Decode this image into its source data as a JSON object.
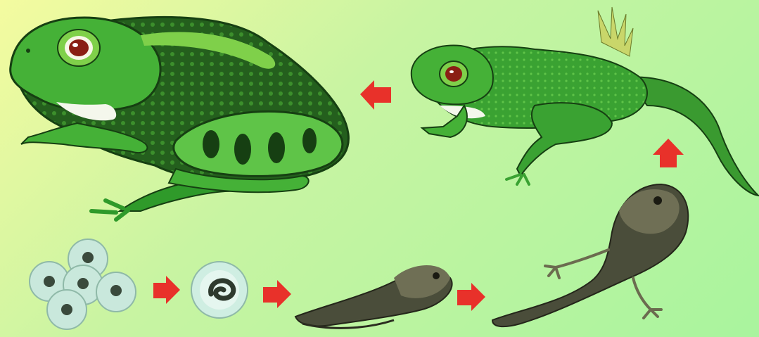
{
  "diagram": {
    "subject": "frog-life-cycle",
    "stages": [
      {
        "id": "eggs",
        "icon": "frog-eggs-icon"
      },
      {
        "id": "embryo",
        "icon": "embryo-egg-icon"
      },
      {
        "id": "tadpole",
        "icon": "tadpole-icon"
      },
      {
        "id": "tadpole-with-legs",
        "icon": "tadpole-with-legs-icon"
      },
      {
        "id": "froglet",
        "icon": "froglet-icon"
      },
      {
        "id": "adult-frog",
        "icon": "adult-frog-icon"
      }
    ],
    "colors": {
      "background_start": "#f4fba0",
      "background_end": "#a9f49e",
      "frog_green": "#2f9a2a",
      "frog_dark": "#1d5a18",
      "frog_light": "#7fd04a",
      "tadpole": "#4a4d3a",
      "egg": "#c9e8dc",
      "arrow": "#e8312a"
    }
  }
}
